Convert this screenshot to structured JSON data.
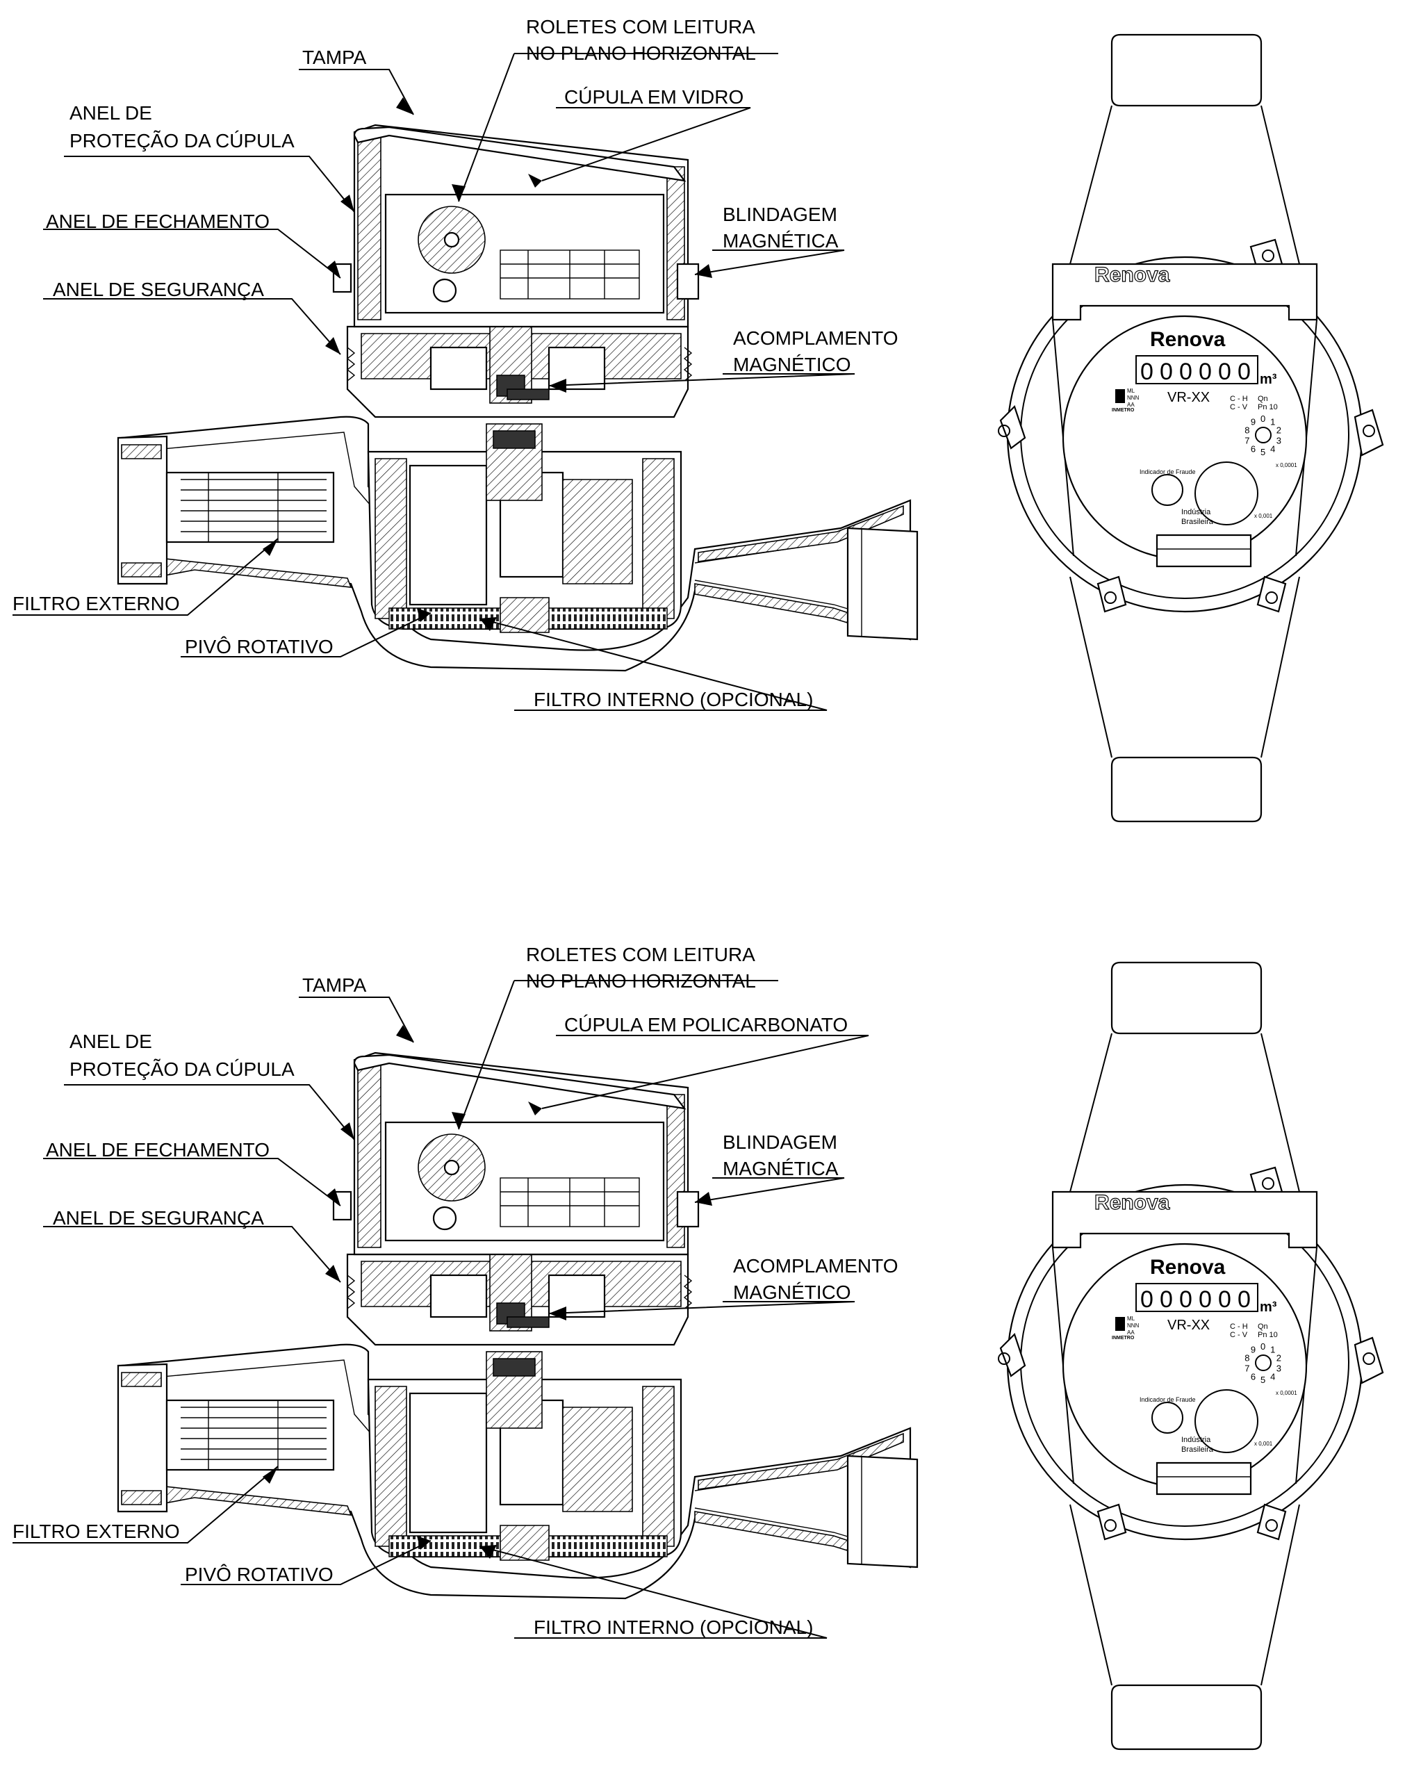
{
  "views": [
    {
      "labels": {
        "tampa": "TAMPA",
        "roletes_1": "ROLETES COM LEITURA",
        "roletes_2": "NO PLANO HORIZONTAL",
        "cupula": "CÚPULA EM VIDRO",
        "anel_protecao_1": "ANEL DE",
        "anel_protecao_2": "PROTEÇÃO DA CÚPULA",
        "anel_fechamento": "ANEL DE FECHAMENTO",
        "anel_seguranca": "ANEL DE SEGURANÇA",
        "blindagem_1": "BLINDAGEM",
        "blindagem_2": "MAGNÉTICA",
        "acoplamento_1": "ACOMPLAMENTO",
        "acoplamento_2": "MAGNÉTICO",
        "filtro_externo": "FILTRO EXTERNO",
        "pivo": "PIVÔ ROTATIVO",
        "filtro_interno": "FILTRO INTERNO (OPCIONAL)"
      }
    },
    {
      "labels": {
        "tampa": "TAMPA",
        "roletes_1": "ROLETES COM LEITURA",
        "roletes_2": "NO PLANO HORIZONTAL",
        "cupula": "CÚPULA EM POLICARBONATO",
        "anel_protecao_1": "ANEL DE",
        "anel_protecao_2": "PROTEÇÃO DA CÚPULA",
        "anel_fechamento": "ANEL DE FECHAMENTO",
        "anel_seguranca": "ANEL DE SEGURANÇA",
        "blindagem_1": "BLINDAGEM",
        "blindagem_2": "MAGNÉTICA",
        "acoplamento_1": "ACOMPLAMENTO",
        "acoplamento_2": "MAGNÉTICO",
        "filtro_externo": "FILTRO EXTERNO",
        "pivo": "PIVÔ ROTATIVO",
        "filtro_interno": "FILTRO INTERNO (OPCIONAL)"
      }
    }
  ],
  "meter_face": {
    "lid_brand": "Renova",
    "brand": "Renova",
    "digits": [
      "0",
      "0",
      "0",
      "0",
      "0",
      "0"
    ],
    "unit": "m³",
    "model": "VR-XX",
    "ch": "C - H",
    "cv": "C - V",
    "qn": "Qn",
    "pn": "Pn 10",
    "mark_ml": "ML",
    "mark_nnn": "NNN",
    "mark_aa": "AA",
    "inmetro": "INMETRO",
    "small_dial": [
      "0",
      "1",
      "2",
      "3",
      "4",
      "5",
      "6",
      "7",
      "8",
      "9"
    ],
    "small_dial_mult": "x 0,0001",
    "big_dial_mult": "x 0,001",
    "fraud": "Indicador de Fraude",
    "industry_1": "Indústria",
    "industry_2": "Brasileira"
  }
}
